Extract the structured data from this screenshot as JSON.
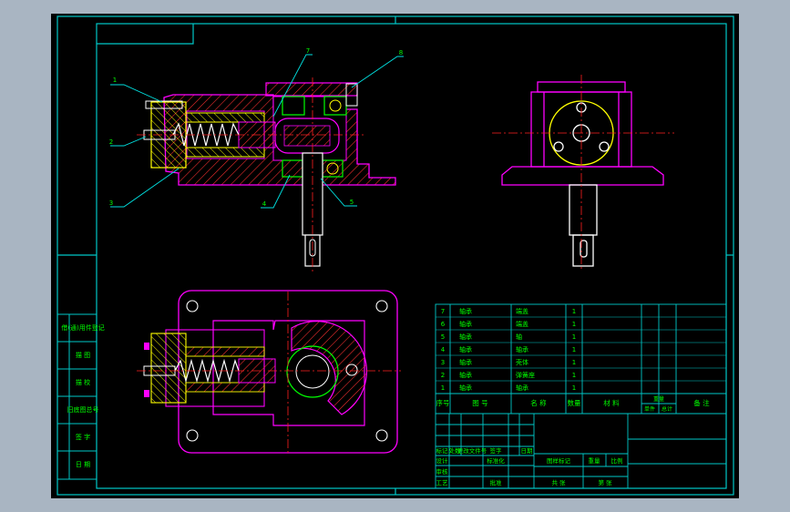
{
  "colors": {
    "background": "#000000",
    "frame": "#00c8c8",
    "part": "#ff00ff",
    "hatch": "#ff3030",
    "center": "#ff2020",
    "spring": "#ffffff",
    "yellow": "#ffff00",
    "green": "#00ff00",
    "text": "#00ff00",
    "leader": "#00e0e0"
  },
  "balloons": [
    "1",
    "2",
    "3",
    "4",
    "5",
    "7",
    "8"
  ],
  "side_block": {
    "rows": [
      "借(通)用件登记",
      "描 图",
      "描 校",
      "旧底图总号",
      "签 字",
      "日 期"
    ]
  },
  "parts_list": {
    "rows": [
      {
        "no": "7",
        "code": "轴承",
        "name": "端盖",
        "qty": "1"
      },
      {
        "no": "6",
        "code": "轴承",
        "name": "端盖",
        "qty": "1"
      },
      {
        "no": "5",
        "code": "轴承",
        "name": "轴",
        "qty": "1"
      },
      {
        "no": "4",
        "code": "轴承",
        "name": "轴承",
        "qty": "1"
      },
      {
        "no": "3",
        "code": "轴承",
        "name": "壳体",
        "qty": "1"
      },
      {
        "no": "2",
        "code": "轴承",
        "name": "弹簧座",
        "qty": "1"
      },
      {
        "no": "1",
        "code": "轴承",
        "name": "轴承",
        "qty": "1"
      }
    ],
    "header": [
      "序号",
      "图 号",
      "名 称",
      "数量",
      "材 料",
      "单件",
      "总计",
      "备 注"
    ],
    "weight_header": "重量"
  },
  "title_block": {
    "labels": [
      "标记",
      "处数",
      "更改文件号",
      "签字",
      "日期",
      "设计",
      "标准化",
      "审核",
      "工艺",
      "批准"
    ],
    "stage": "图样标记",
    "weight": "重量",
    "scale": "比例",
    "sheets": [
      "共 张",
      "第 张"
    ]
  }
}
